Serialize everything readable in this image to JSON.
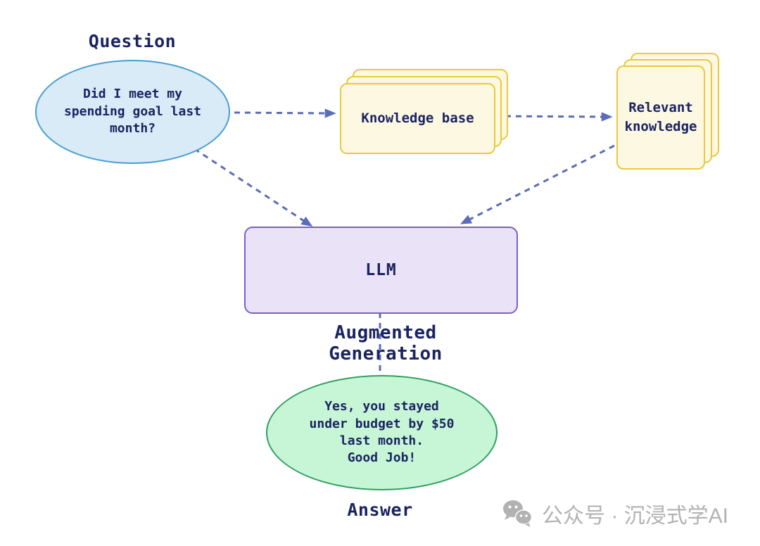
{
  "diagram": {
    "question_label": "Question",
    "question_bubble": "Did I meet my\nspending goal last\nmonth?",
    "knowledge_base_label": "Knowledge base",
    "relevant_knowledge_label": "Relevant\nknowledge",
    "llm_label": "LLM",
    "augmented_generation_label": "Augmented Generation",
    "answer_bubble": "Yes, you stayed\nunder budget by $50\nlast month.\nGood Job!",
    "answer_label": "Answer"
  },
  "watermark": {
    "icon": "wechat-icon",
    "text": "公众号 · 沉浸式学AI"
  },
  "colors": {
    "text_navy": "#1b2362",
    "question_fill": "#d8ebf7",
    "question_border": "#4a9ed2",
    "card_fill": "#fcf8e2",
    "card_border": "#e8c93f",
    "llm_fill": "#eae3f8",
    "llm_border": "#7a5fc7",
    "answer_fill": "#c6f6d5",
    "answer_border": "#2f9e5f",
    "arrow": "#5b6cb8",
    "watermark_gray": "#b2b2b2",
    "background": "#ffffff"
  }
}
